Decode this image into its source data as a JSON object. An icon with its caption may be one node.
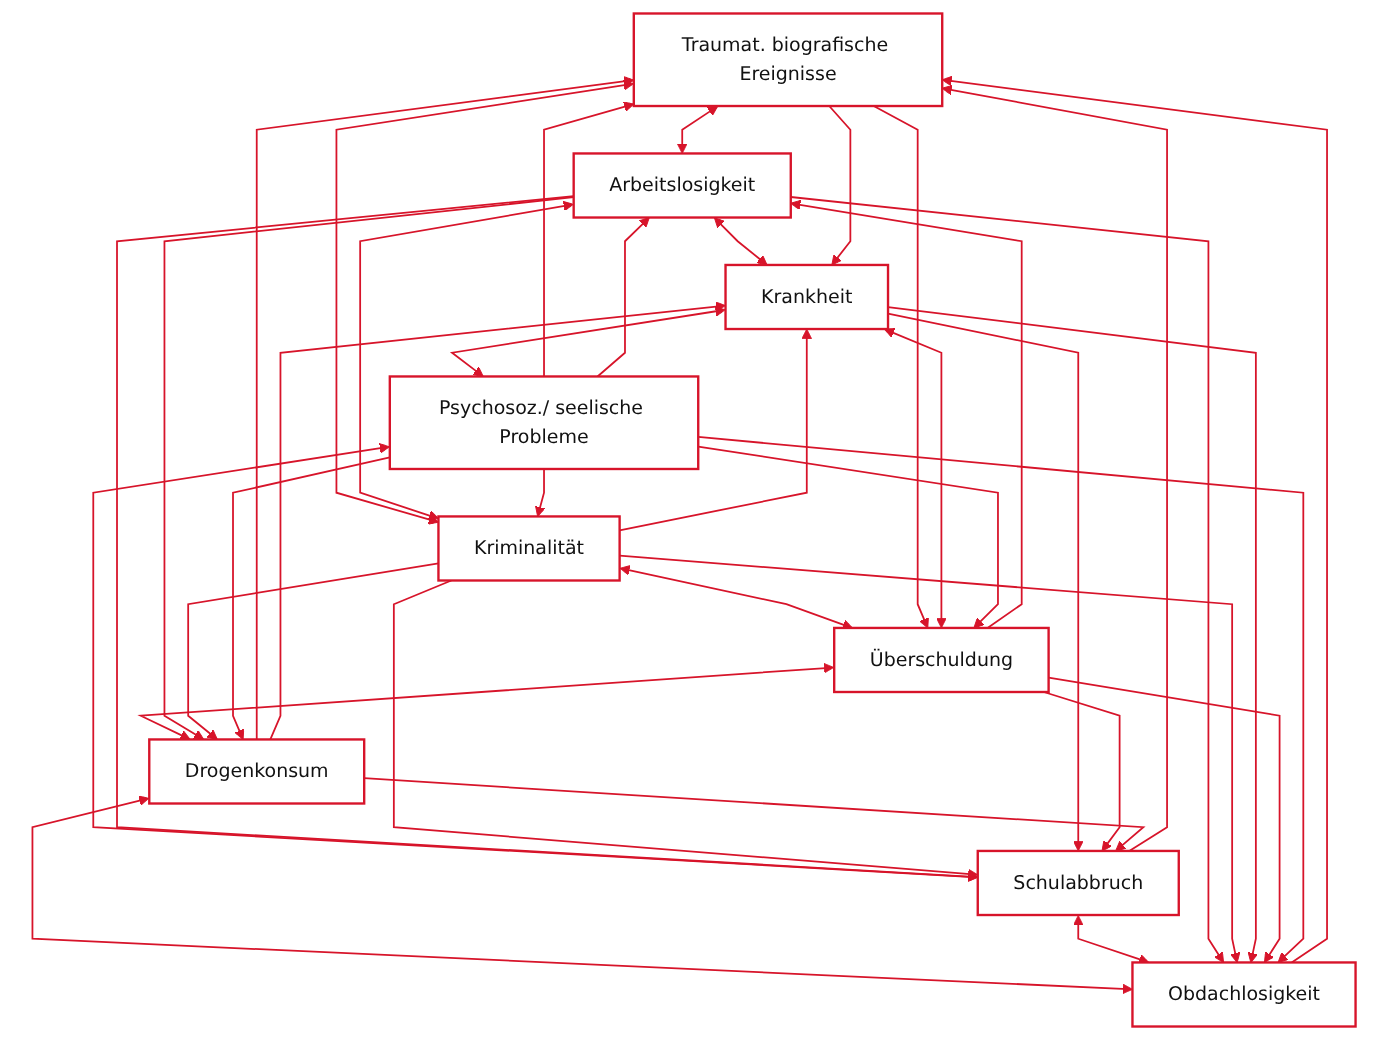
{
  "diagram": {
    "nodes": [
      {
        "text": [
          "Traumat. biografische Ereignisse"
        ]
      },
      {
        "text": [
          "Arbeitslosigkeit"
        ]
      },
      {
        "text": [
          "Kriminalität"
        ]
      },
      {
        "text": [
          "Krankheit"
        ]
      },
      {
        "text": [
          "Überschuldung"
        ]
      },
      {
        "text": [
          "Psychosoz./ seelische Probleme"
        ]
      },
      {
        "text": [
          "Drogenkonsum"
        ]
      },
      {
        "text": [
          "Schulabbruch"
        ]
      },
      {
        "text": [
          "Obdachlosigkeit"
        ]
      }
    ],
    "edges": [
      {
        "from": 0,
        "to": 1,
        "arrow": "both"
      },
      {
        "from": 0,
        "to": 2,
        "arrow": "both"
      },
      {
        "from": 1,
        "to": 3,
        "arrow": "both"
      },
      {
        "from": 2,
        "to": 4,
        "arrow": "both"
      },
      {
        "from": 3,
        "to": 5,
        "arrow": "both"
      },
      {
        "from": 4,
        "to": 6,
        "arrow": "both"
      },
      {
        "from": 5,
        "to": 7,
        "arrow": "both"
      },
      {
        "from": 6,
        "to": 8,
        "arrow": "both"
      },
      {
        "from": 7,
        "to": 8,
        "arrow": "both"
      },
      {
        "from": 0,
        "to": 3,
        "arrow": "to"
      },
      {
        "from": 0,
        "to": 4,
        "arrow": "to"
      },
      {
        "from": 5,
        "to": 0,
        "arrow": "to"
      },
      {
        "from": 6,
        "to": 0,
        "arrow": "to"
      },
      {
        "from": 7,
        "to": 0,
        "arrow": "to"
      },
      {
        "from": 8,
        "to": 0,
        "arrow": "to"
      },
      {
        "from": 1,
        "to": 2,
        "arrow": "both"
      },
      {
        "from": 4,
        "to": 1,
        "arrow": "to"
      },
      {
        "from": 5,
        "to": 1,
        "arrow": "to"
      },
      {
        "from": 1,
        "to": 6,
        "arrow": "to"
      },
      {
        "from": 1,
        "to": 7,
        "arrow": "to"
      },
      {
        "from": 1,
        "to": 8,
        "arrow": "to"
      },
      {
        "from": 2,
        "to": 3,
        "arrow": "to"
      },
      {
        "from": 5,
        "to": 2,
        "arrow": "to"
      },
      {
        "from": 2,
        "to": 6,
        "arrow": "to"
      },
      {
        "from": 2,
        "to": 7,
        "arrow": "to"
      },
      {
        "from": 2,
        "to": 8,
        "arrow": "to"
      },
      {
        "from": 3,
        "to": 4,
        "arrow": "both"
      },
      {
        "from": 6,
        "to": 3,
        "arrow": "to"
      },
      {
        "from": 3,
        "to": 7,
        "arrow": "to"
      },
      {
        "from": 3,
        "to": 8,
        "arrow": "to"
      },
      {
        "from": 5,
        "to": 4,
        "arrow": "to"
      },
      {
        "from": 4,
        "to": 7,
        "arrow": "to"
      },
      {
        "from": 4,
        "to": 8,
        "arrow": "to"
      },
      {
        "from": 5,
        "to": 6,
        "arrow": "to"
      },
      {
        "from": 5,
        "to": 8,
        "arrow": "to"
      },
      {
        "from": 6,
        "to": 7,
        "arrow": "to"
      }
    ]
  }
}
